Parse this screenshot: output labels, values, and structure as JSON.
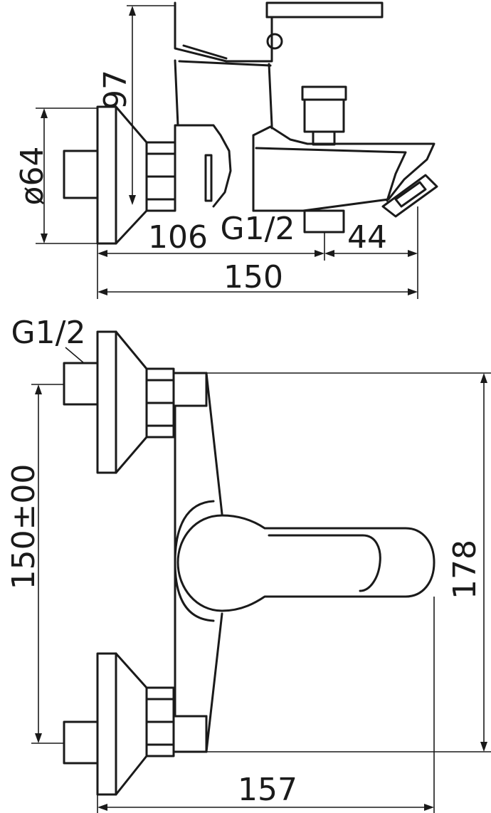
{
  "side_view": {
    "dim_height": "97",
    "dim_diameter": "ø64",
    "dim_inlet": "106",
    "dim_thread": "G1/2",
    "dim_outlet": "44",
    "dim_depth": "150"
  },
  "front_view": {
    "dim_thread": "G1/2",
    "dim_centers": "150±00",
    "dim_height": "178",
    "dim_width": "157"
  }
}
